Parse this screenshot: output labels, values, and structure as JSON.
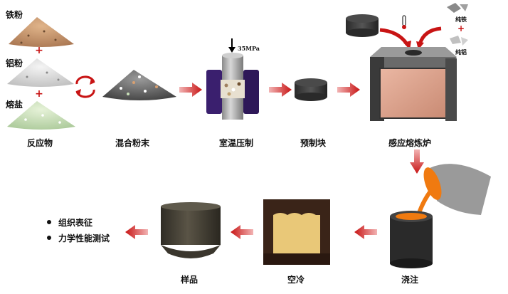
{
  "labels": {
    "iron_powder": "铁粉",
    "aluminum_powder": "铝粉",
    "molten_salt": "熔盐",
    "reactants": "反应物",
    "mixed_powder": "混合粉末",
    "pressure": "35MPa",
    "cold_pressing": "室温压制",
    "preform": "预制块",
    "induction_furnace": "感应熔炼炉",
    "pure_iron": "纯铁",
    "pure_aluminum": "纯铝",
    "pouring": "浇注",
    "air_cooling": "空冷",
    "sample": "样品"
  },
  "characterization": [
    "组织表征",
    "力学性能测试"
  ],
  "colors": {
    "arrow_red": "#c81414",
    "press_purple": "#3a1f6e",
    "furnace_copper": "#d9a08a",
    "molten_orange": "#f07a10",
    "mold_dark": "#3a2418",
    "casting_yellow": "#e9c878"
  }
}
